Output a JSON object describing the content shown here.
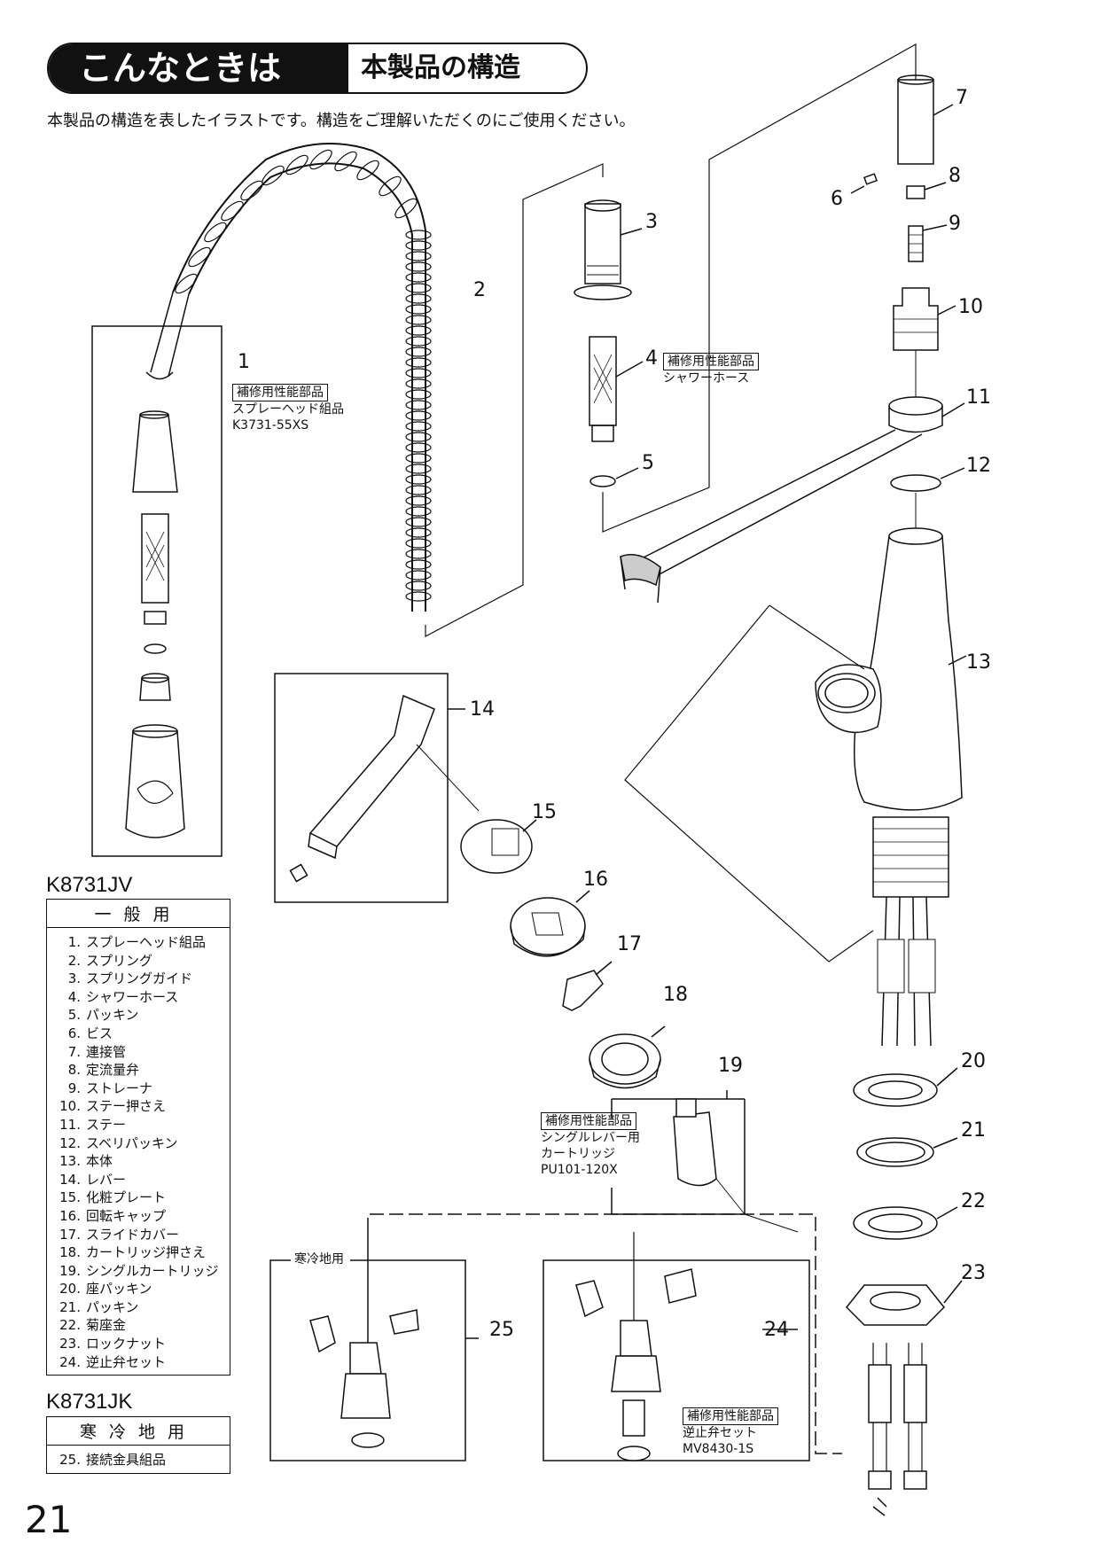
{
  "header": {
    "title_main": "こんなときは",
    "title_sub": "本製品の構造",
    "intro": "本製品の構造を表したイラストです。構造をご理解いただくのにご使用ください。"
  },
  "callouts": {
    "c1": "1",
    "c2": "2",
    "c3": "3",
    "c4": "4",
    "c5": "5",
    "c6": "6",
    "c7": "7",
    "c8": "8",
    "c9": "9",
    "c10": "10",
    "c11": "11",
    "c12": "12",
    "c13": "13",
    "c14": "14",
    "c15": "15",
    "c16": "16",
    "c17": "17",
    "c18": "18",
    "c19": "19",
    "c20": "20",
    "c21": "21",
    "c22": "22",
    "c23": "23",
    "c24": "24",
    "c25": "25"
  },
  "boxes": {
    "spray": {
      "tag": "補修用性能部品",
      "name": "スプレーヘッド組品",
      "code": "K3731-55XS"
    },
    "hose": {
      "tag": "補修用性能部品",
      "name": "シャワーホース"
    },
    "cartridge": {
      "tag": "補修用性能部品",
      "name1": "シングルレバー用",
      "name2": "カートリッジ",
      "code": "PU101-120X"
    },
    "check_valve": {
      "tag": "補修用性能部品",
      "name": "逆止弁セット",
      "code": "MV8430-1S"
    },
    "cold_region": "寒冷地用"
  },
  "tables": {
    "jv": {
      "model": "K8731JV",
      "header": "一般用",
      "items": [
        {
          "n": "1.",
          "label": "スプレーヘッド組品"
        },
        {
          "n": "2.",
          "label": "スプリング"
        },
        {
          "n": "3.",
          "label": "スプリングガイド"
        },
        {
          "n": "4.",
          "label": "シャワーホース"
        },
        {
          "n": "5.",
          "label": "パッキン"
        },
        {
          "n": "6.",
          "label": "ビス"
        },
        {
          "n": "7.",
          "label": "連接管"
        },
        {
          "n": "8.",
          "label": "定流量弁"
        },
        {
          "n": "9.",
          "label": "ストレーナ"
        },
        {
          "n": "10.",
          "label": "ステー押さえ"
        },
        {
          "n": "11.",
          "label": "ステー"
        },
        {
          "n": "12.",
          "label": "スベリパッキン"
        },
        {
          "n": "13.",
          "label": "本体"
        },
        {
          "n": "14.",
          "label": "レバー"
        },
        {
          "n": "15.",
          "label": "化粧プレート"
        },
        {
          "n": "16.",
          "label": "回転キャップ"
        },
        {
          "n": "17.",
          "label": "スライドカバー"
        },
        {
          "n": "18.",
          "label": "カートリッジ押さえ"
        },
        {
          "n": "19.",
          "label": "シングルカートリッジ"
        },
        {
          "n": "20.",
          "label": "座パッキン"
        },
        {
          "n": "21.",
          "label": "パッキン"
        },
        {
          "n": "22.",
          "label": "菊座金"
        },
        {
          "n": "23.",
          "label": "ロックナット"
        },
        {
          "n": "24.",
          "label": "逆止弁セット"
        }
      ]
    },
    "jk": {
      "model": "K8731JK",
      "header": "寒冷地用",
      "items": [
        {
          "n": "25.",
          "label": "接続金具組品"
        }
      ]
    }
  },
  "footer": {
    "page": "21"
  }
}
